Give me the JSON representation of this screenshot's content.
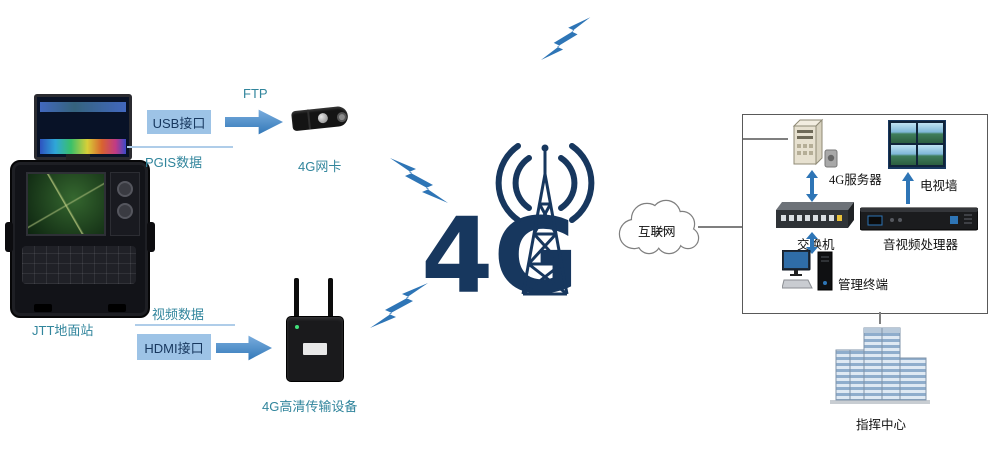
{
  "colors": {
    "label_teal": "#31859C",
    "arrow_blue": "#2E75B6",
    "chip_blue": "#9DC3E6",
    "logo_navy": "#17375E"
  },
  "left_flow": {
    "station_label": "JTT地面站",
    "usb_chip": "USB接口",
    "ftp_label": "FTP",
    "pgis_label": "PGIS数据",
    "nic_label": "4G网卡",
    "video_label": "视频数据",
    "hdmi_chip": "HDMI接口",
    "hd_device_label": "4G高清传输设备"
  },
  "center": {
    "logo_text": "4G"
  },
  "right_panel": {
    "internet_label": "互联网",
    "server_label": "4G服务器",
    "tv_wall_label": "电视墙",
    "switch_label": "交换机",
    "av_processor_label": "音视频处理器",
    "terminal_label": "管理终端",
    "command_center_label": "指挥中心"
  }
}
